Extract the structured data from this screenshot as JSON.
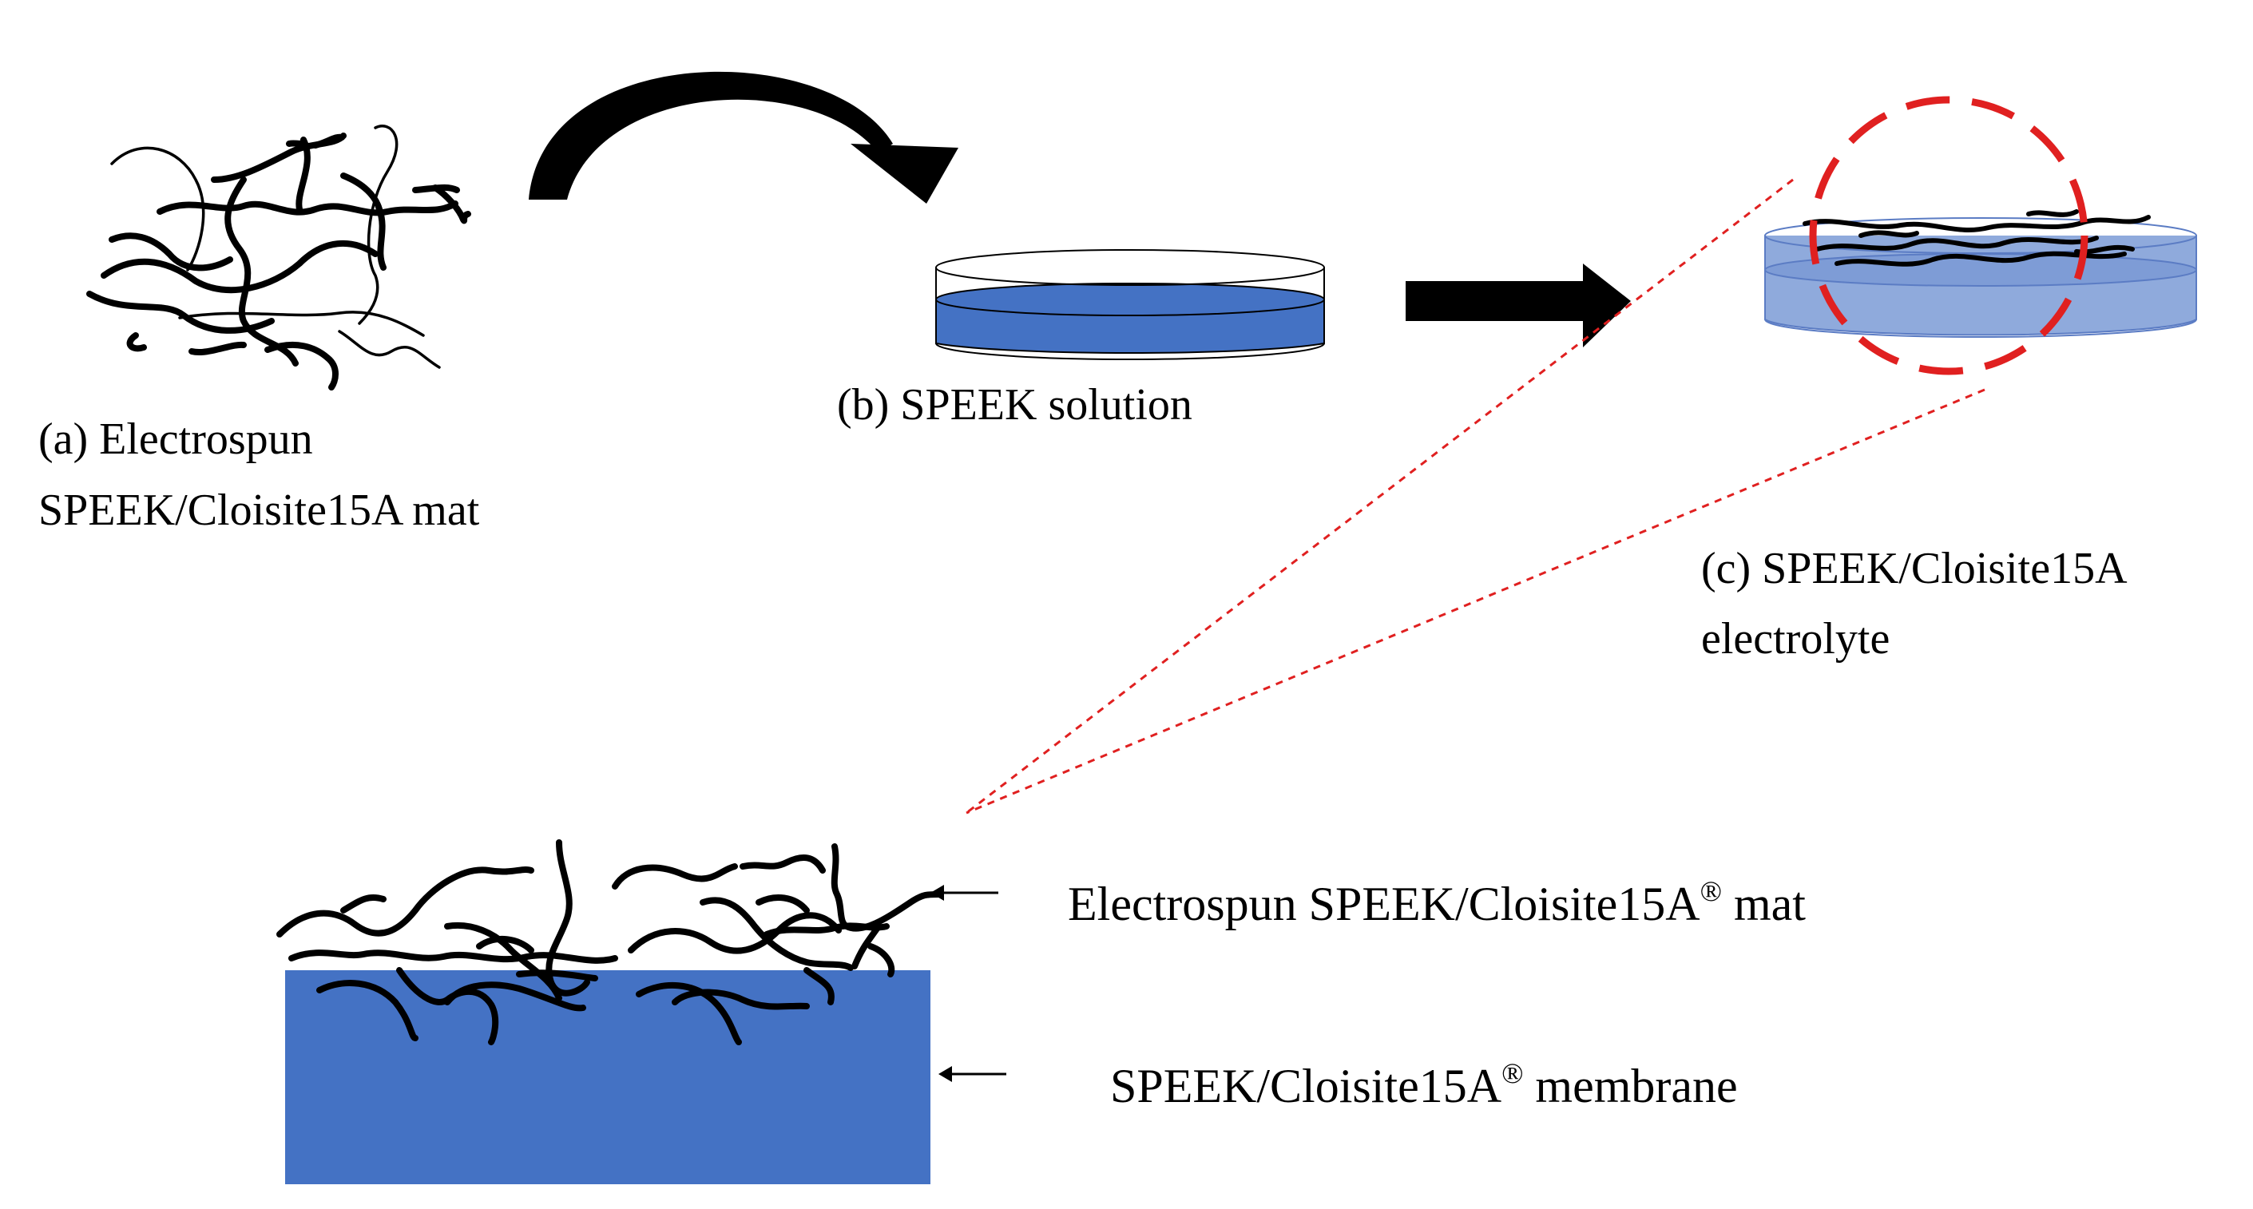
{
  "labels": {
    "mat": {
      "line1": "(a) Electrospun",
      "line2": "SPEEK/Cloisite15A mat"
    },
    "solution": "(b) SPEEK solution",
    "electrolyte": {
      "line1": "(c) SPEEK/Cloisite15A",
      "line2": "electrolyte"
    },
    "cross_section_mat": {
      "text": "Electrospun SPEEK/Cloisite15A",
      "superscript": "®",
      "suffix": " mat"
    },
    "cross_section_membrane": {
      "text": "SPEEK/Cloisite15A",
      "superscript": "®",
      "suffix": " membrane"
    }
  },
  "colors": {
    "solution_blue": "#4472C4",
    "electrolyte_blue": "#8FAADC",
    "membrane_blue": "#4472C4",
    "zoom_highlight": "#E02020",
    "fiber": "#000000"
  },
  "icons": {
    "curved_arrow": "curved-arrow-icon",
    "right_arrow": "right-arrow-icon",
    "pointer_arrow": "left-pointing-arrow-icon"
  }
}
